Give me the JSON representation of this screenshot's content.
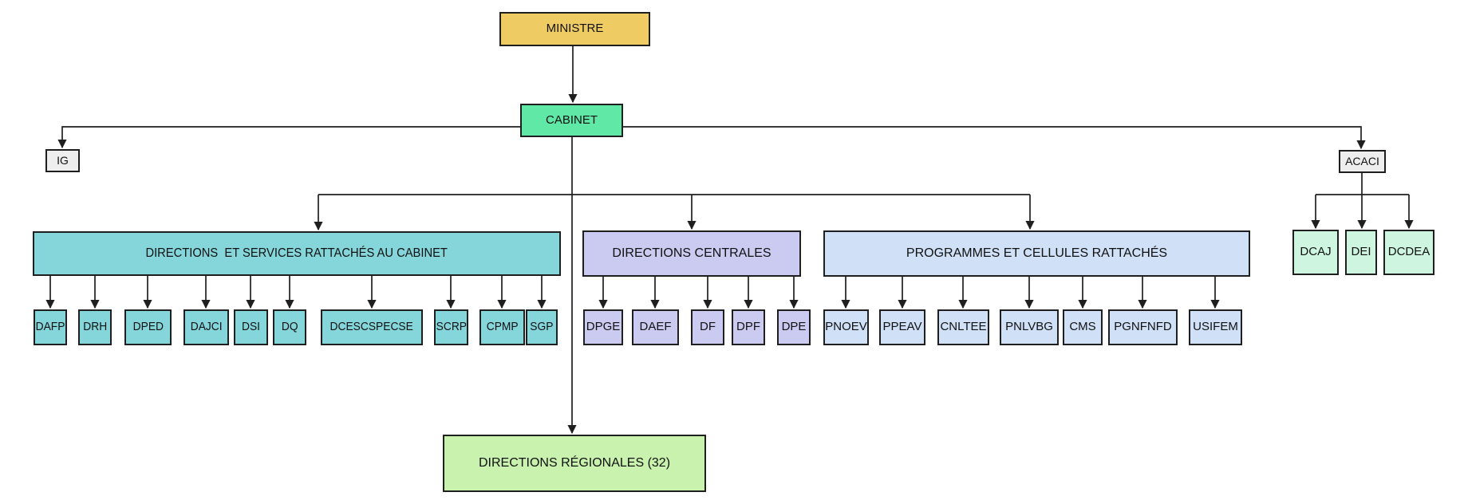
{
  "org": {
    "root": {
      "label": "MINISTRE"
    },
    "cabinet": {
      "label": "CABINET"
    },
    "ig": {
      "label": "IG"
    },
    "acaci": {
      "label": "ACACI"
    },
    "acaci_children": [
      "DCAJ",
      "DEI",
      "DCDEA"
    ],
    "groups": [
      {
        "label": "DIRECTIONS  ET SERVICES RATTACHÉS AU CABINET",
        "children": [
          "DAFP",
          "DRH",
          "DPED",
          "DAJCI",
          "DSI",
          "DQ",
          "DCESCSPECSE",
          "SCRP",
          "CPMP",
          "SGP"
        ]
      },
      {
        "label": "DIRECTIONS CENTRALES",
        "children": [
          "DPGE",
          "DAEF",
          "DF",
          "DPF",
          "DPE"
        ]
      },
      {
        "label": "PROGRAMMES ET CELLULES RATTACHÉS",
        "children": [
          "PNOEV",
          "PPEAV",
          "CNLTEE",
          "PNLVBG",
          "CMS",
          "PGNFNFD",
          "USIFEM"
        ]
      }
    ],
    "regional": {
      "label": "DIRECTIONS RÉGIONALES (32)"
    },
    "colors": {
      "gold": "#EFCB63",
      "green": "#5FE8A6",
      "gray": "#EEEEEE",
      "teal": "#84D6DB",
      "lavender": "#CBCBF2",
      "blue": "#CFE0F7",
      "mint": "#CDF5DF",
      "lightgreen": "#C9F2AE",
      "line": "#1f1f1f"
    }
  }
}
